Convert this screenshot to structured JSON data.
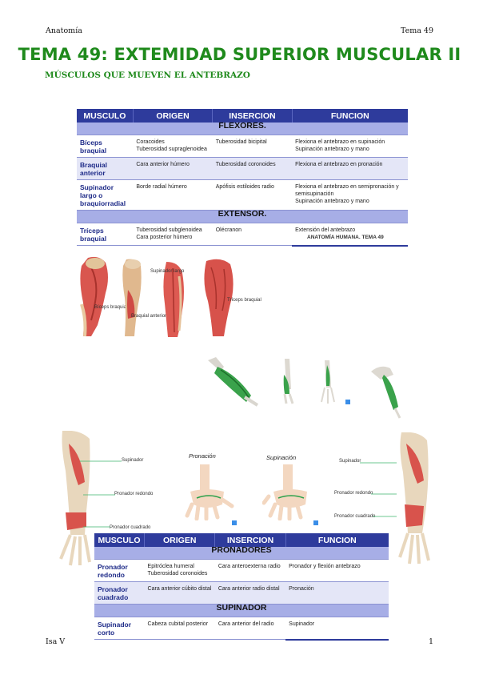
{
  "header": {
    "left": "Anatomía",
    "right": "Tema 49"
  },
  "title": "TEMA 49: EXTEMIDAD SUPERIOR MUSCULAR II",
  "subtitle": "MÚSCULOS QUE MUEVEN EL ANTEBRAZO",
  "table1": {
    "headers": [
      "MUSCULO",
      "ORIGEN",
      "INSERCION",
      "FUNCION"
    ],
    "sections": [
      {
        "title": "FLEXORES.",
        "rows": [
          {
            "name": "Bíceps braquial",
            "origen": [
              "Coracoides",
              "Tuberosidad supraglenoidea"
            ],
            "insercion": [
              "Tuberosidad bicipital"
            ],
            "funcion": [
              "Flexiona el antebrazo en supinación",
              "Supinación antebrazo y mano"
            ]
          },
          {
            "name": "Braquial anterior",
            "origen": [
              "Cara anterior húmero"
            ],
            "insercion": [
              "Tuberosidad coronoides"
            ],
            "funcion": [
              "Flexiona el antebrazo en pronación"
            ]
          },
          {
            "name": "Supinador largo o braquiorradial",
            "origen": [
              "Borde radial húmero"
            ],
            "insercion": [
              "Apófisis estiloides radio"
            ],
            "funcion": [
              "Flexiona el antebrazo en semipronación y semisupinación",
              "Supinación antebrazo y mano"
            ]
          }
        ]
      },
      {
        "title": "EXTENSOR.",
        "rows": [
          {
            "name": "Tríceps braquial",
            "origen": [
              "Tuberosidad subglenoidea",
              "Cara posterior húmero"
            ],
            "insercion": [
              "Olécranon"
            ],
            "funcion": [
              "Extensión del antebrazo"
            ]
          }
        ]
      }
    ],
    "caption": "ANATOMÍA HUMANA. TEMA 49"
  },
  "figure_labels": {
    "biceps_pair": [
      "Bíceps braquial",
      "Braquial anterior"
    ],
    "supinador": "Supinador largo",
    "triceps": "Tríceps braquial",
    "pronacion": "Pronación",
    "supinacion": "Supinación",
    "left_arm": [
      "Supinador",
      "Pronador redondo",
      "Pronador cuadrado"
    ],
    "right_arm": [
      "Supinador",
      "Pronador redondo",
      "Pronador cuadrado"
    ]
  },
  "table2": {
    "headers": [
      "MUSCULO",
      "ORIGEN",
      "INSERCION",
      "FUNCION"
    ],
    "sections": [
      {
        "title": "PRONADORES",
        "rows": [
          {
            "name": "Pronador redondo",
            "origen": [
              "Epitróclea humeral",
              "Tuberosidad coronoides"
            ],
            "insercion": [
              "Cara anteroexterna radio"
            ],
            "funcion": [
              "Pronador y flexión antebrazo"
            ]
          },
          {
            "name": "Pronador cuadrado",
            "origen": [
              "Cara anterior cúbito distal"
            ],
            "insercion": [
              "Cara anterior radio distal"
            ],
            "funcion": [
              "Pronación"
            ]
          }
        ]
      },
      {
        "title": "SUPINADOR",
        "rows": [
          {
            "name": "Supinador corto",
            "origen": [
              "Cabeza cubital posterior"
            ],
            "insercion": [
              "Cara anterior del radio"
            ],
            "funcion": [
              "Supinador"
            ]
          }
        ]
      }
    ]
  },
  "footer": {
    "left": "Isa V",
    "right": "1"
  }
}
